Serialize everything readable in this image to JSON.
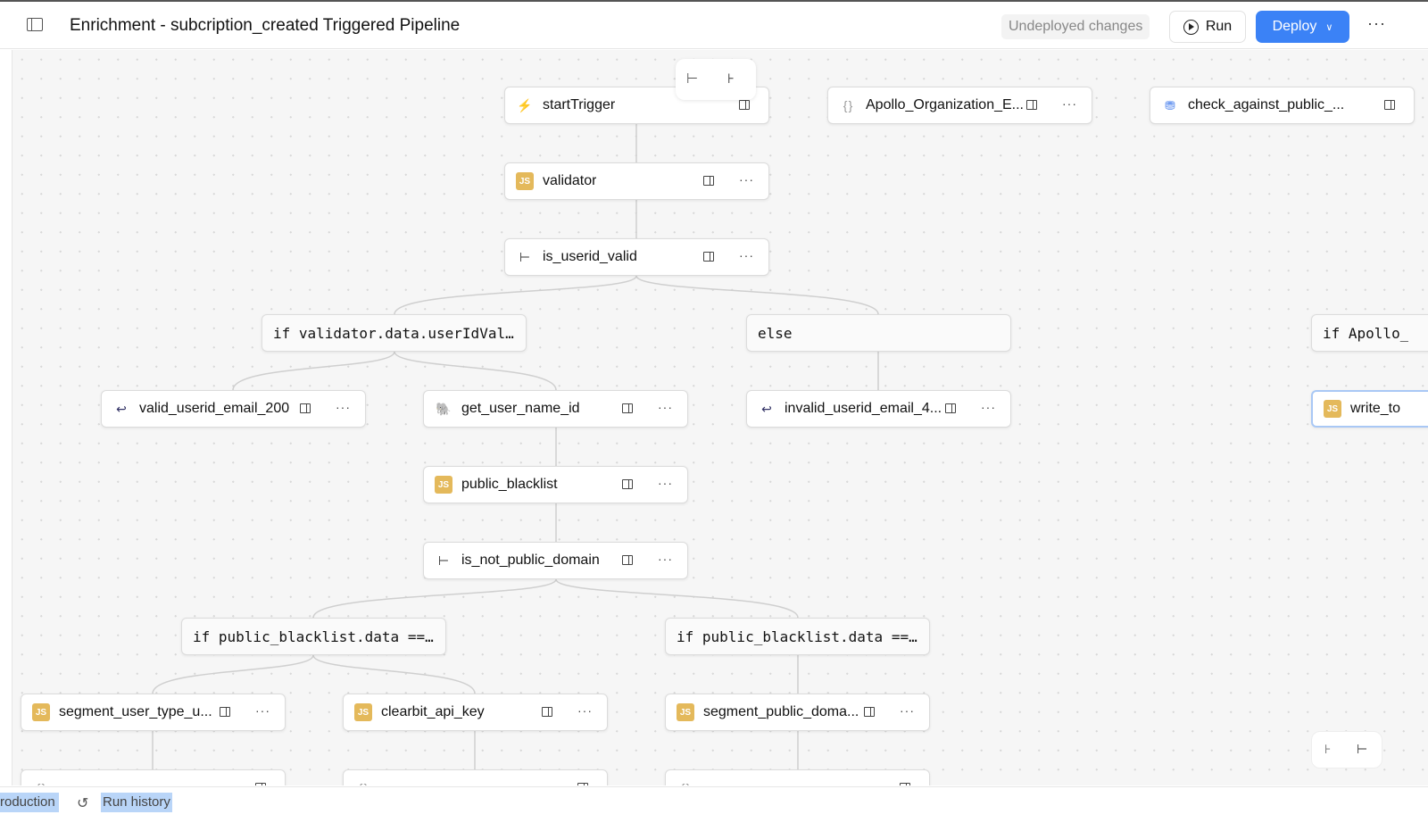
{
  "header": {
    "title": "Enrichment - subcription_created Triggered Pipeline",
    "status": "Undeployed changes",
    "run_label": "Run",
    "deploy_label": "Deploy",
    "more": "···"
  },
  "colors": {
    "accent": "#3b82f6",
    "js_badge": "#e4b95b"
  },
  "nodes": [
    {
      "label": "startTrigger",
      "icon": "lightning-icon",
      "type": "step",
      "menu": false
    },
    {
      "label": "Apollo_Organization_E...",
      "icon": "code-braces-icon",
      "type": "step",
      "menu": true
    },
    {
      "label": "check_against_public_...",
      "icon": "database-icon",
      "type": "step",
      "menu": false
    },
    {
      "label": "validator",
      "icon": "js-icon",
      "type": "step",
      "menu": true
    },
    {
      "label": "is_userid_valid",
      "icon": "branch-icon",
      "type": "step",
      "menu": true
    },
    {
      "label": "if validator.data.userIdVal…",
      "type": "condition"
    },
    {
      "label": "else",
      "type": "condition"
    },
    {
      "label": "if Apollo_",
      "type": "condition"
    },
    {
      "label": "valid_userid_email_200",
      "icon": "return-icon",
      "type": "step",
      "menu": true
    },
    {
      "label": "get_user_name_id",
      "icon": "postgres-icon",
      "type": "step",
      "menu": true
    },
    {
      "label": "invalid_userid_email_4...",
      "icon": "return-icon",
      "type": "step",
      "menu": true
    },
    {
      "label": "write_to",
      "icon": "js-icon",
      "type": "step",
      "menu": false,
      "selected": true
    },
    {
      "label": "public_blacklist",
      "icon": "js-icon",
      "type": "step",
      "menu": true
    },
    {
      "label": "is_not_public_domain",
      "icon": "branch-icon",
      "type": "step",
      "menu": true
    },
    {
      "label": "if public_blacklist.data ==…",
      "type": "condition"
    },
    {
      "label": "if public_blacklist.data ==…",
      "type": "condition"
    },
    {
      "label": "segment_user_type_u...",
      "icon": "js-icon",
      "type": "step",
      "menu": true
    },
    {
      "label": "clearbit_api_key",
      "icon": "js-icon",
      "type": "step",
      "menu": true
    },
    {
      "label": "segment_public_doma...",
      "icon": "js-icon",
      "type": "step",
      "menu": true
    },
    {
      "label": "",
      "icon": "code-braces-icon",
      "type": "step",
      "menu": false
    },
    {
      "label": "",
      "icon": "code-braces-icon",
      "type": "step",
      "menu": false
    },
    {
      "label": "",
      "icon": "code-braces-icon",
      "type": "step",
      "menu": false
    }
  ],
  "footer": {
    "environment": "roduction",
    "run_history": "Run history"
  }
}
